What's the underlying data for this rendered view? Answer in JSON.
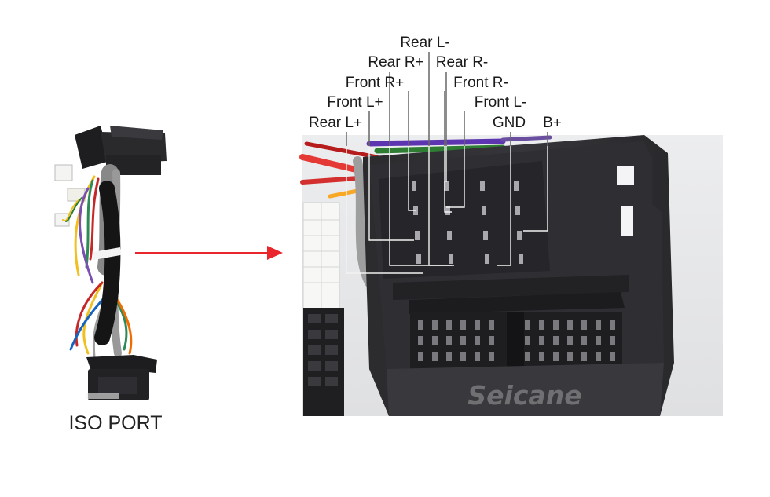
{
  "caption": "ISO PORT",
  "watermark": "Seicane",
  "arrow_color": "#e8262c",
  "pins": [
    {
      "name": "rear-l-plus",
      "label": "Rear L+"
    },
    {
      "name": "front-l-plus",
      "label": "Front L+"
    },
    {
      "name": "front-r-plus",
      "label": "Front R+"
    },
    {
      "name": "rear-r-plus",
      "label": "Rear R+"
    },
    {
      "name": "rear-l-minus",
      "label": "Rear L-"
    },
    {
      "name": "rear-r-minus",
      "label": "Rear R-"
    },
    {
      "name": "front-r-minus",
      "label": "Front R-"
    },
    {
      "name": "front-l-minus",
      "label": "Front L-"
    },
    {
      "name": "gnd",
      "label": "GND"
    },
    {
      "name": "b-plus",
      "label": "B+"
    }
  ]
}
